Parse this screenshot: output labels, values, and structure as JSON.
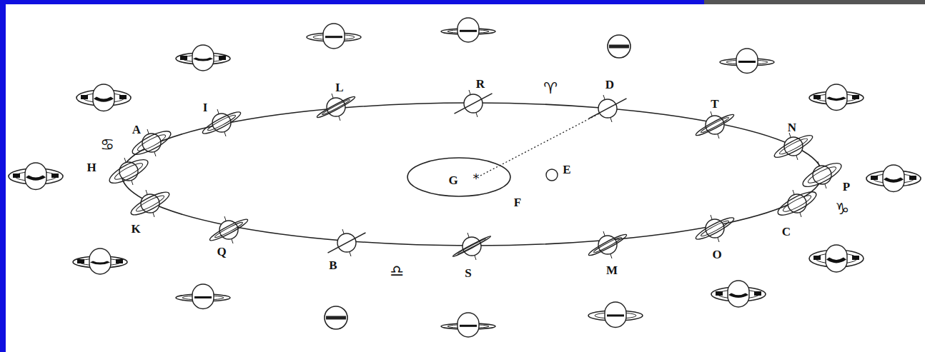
{
  "diagram": {
    "labels": [
      "L",
      "R",
      "♈",
      "D",
      "T",
      "N",
      "I",
      "♋",
      "A",
      "H",
      "G",
      "E",
      "P",
      "F",
      "K",
      "♑",
      "C",
      "Q",
      "B",
      "♎",
      "S",
      "M",
      "O"
    ]
  }
}
